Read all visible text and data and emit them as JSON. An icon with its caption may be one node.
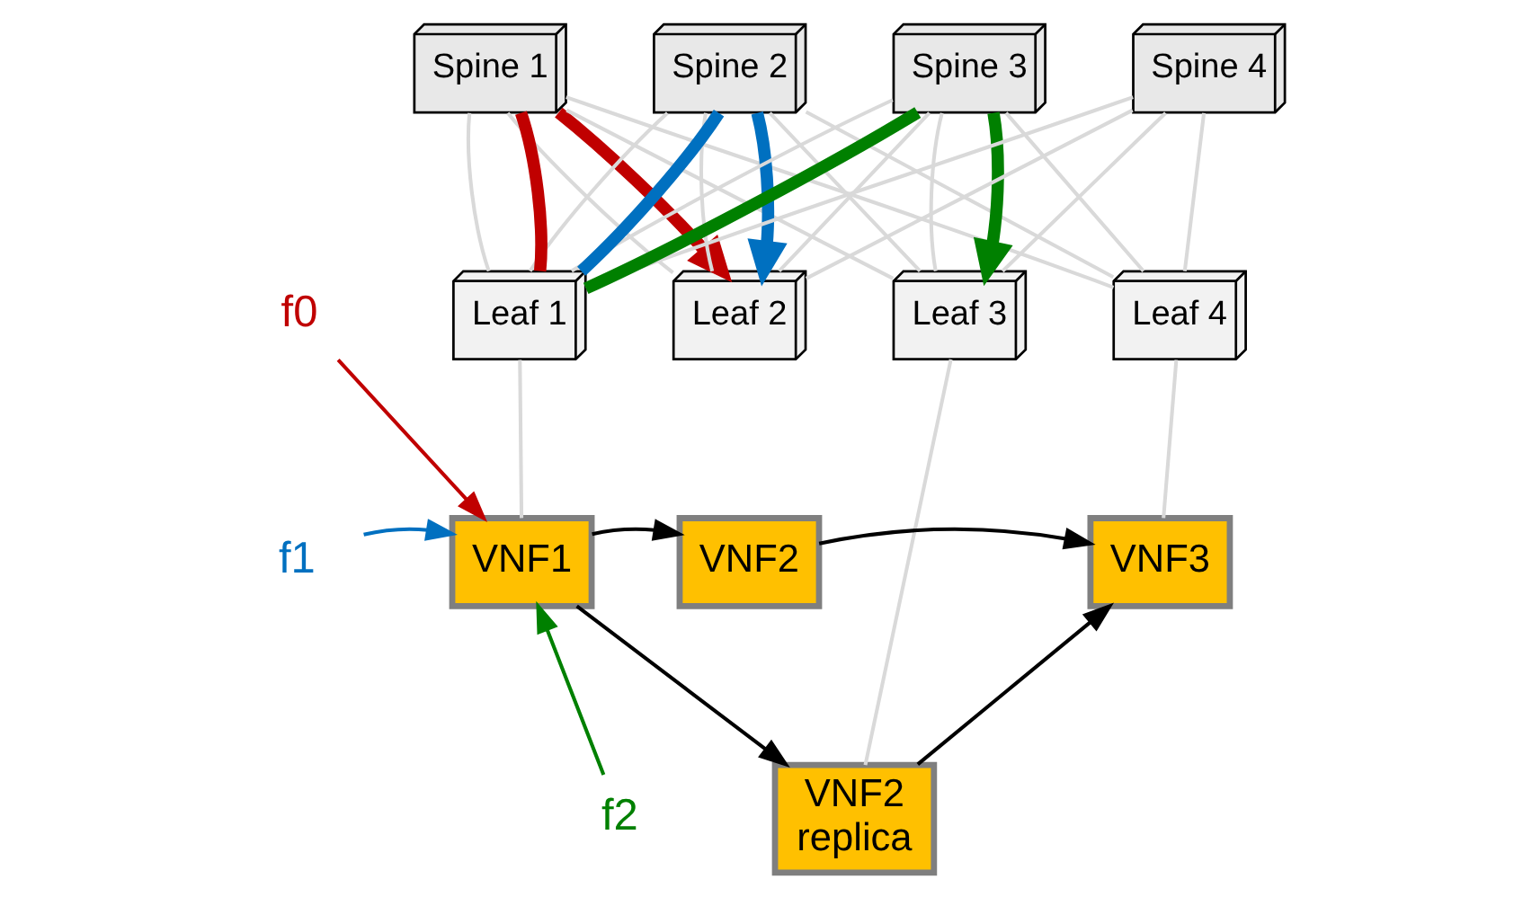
{
  "diagram": {
    "nodes": [
      {
        "text": [
          "Spine 1"
        ]
      },
      {
        "text": [
          "Spine 2"
        ]
      },
      {
        "text": [
          "Spine 3"
        ]
      },
      {
        "text": [
          "Spine 4"
        ]
      },
      {
        "text": [
          "Leaf 1"
        ]
      },
      {
        "text": [
          "Leaf 2"
        ]
      },
      {
        "text": [
          "Leaf 3"
        ]
      },
      {
        "text": [
          "Leaf 4"
        ]
      },
      {
        "text": [
          "VNF1"
        ]
      },
      {
        "text": [
          "VNF2"
        ]
      },
      {
        "text": [
          "VNF2",
          "replica"
        ]
      },
      {
        "text": [
          "VNF3"
        ]
      },
      {
        "text": [
          "f0"
        ]
      },
      {
        "text": [
          "f1"
        ]
      },
      {
        "text": [
          "f2"
        ]
      }
    ],
    "edges": [
      {
        "from": 0,
        "to": 4,
        "arrow": "none"
      },
      {
        "from": 0,
        "to": 5,
        "arrow": "none"
      },
      {
        "from": 0,
        "to": 6,
        "arrow": "none"
      },
      {
        "from": 0,
        "to": 7,
        "arrow": "none"
      },
      {
        "from": 1,
        "to": 4,
        "arrow": "none"
      },
      {
        "from": 1,
        "to": 5,
        "arrow": "none"
      },
      {
        "from": 1,
        "to": 6,
        "arrow": "none"
      },
      {
        "from": 1,
        "to": 7,
        "arrow": "none"
      },
      {
        "from": 2,
        "to": 4,
        "arrow": "none"
      },
      {
        "from": 2,
        "to": 5,
        "arrow": "none"
      },
      {
        "from": 2,
        "to": 6,
        "arrow": "none"
      },
      {
        "from": 2,
        "to": 7,
        "arrow": "none"
      },
      {
        "from": 3,
        "to": 4,
        "arrow": "none"
      },
      {
        "from": 3,
        "to": 5,
        "arrow": "none"
      },
      {
        "from": 3,
        "to": 6,
        "arrow": "none"
      },
      {
        "from": 3,
        "to": 7,
        "arrow": "none"
      },
      {
        "from": 4,
        "to": 0,
        "arrow": "none",
        "style": "thick",
        "color": "#c00000"
      },
      {
        "from": 0,
        "to": 5,
        "arrow": "to",
        "style": "thick",
        "color": "#c00000"
      },
      {
        "from": 4,
        "to": 1,
        "arrow": "none",
        "style": "thick",
        "color": "#0070c0"
      },
      {
        "from": 1,
        "to": 5,
        "arrow": "to",
        "style": "thick",
        "color": "#0070c0"
      },
      {
        "from": 4,
        "to": 2,
        "arrow": "none",
        "style": "thick",
        "color": "#008000"
      },
      {
        "from": 2,
        "to": 6,
        "arrow": "to",
        "style": "thick",
        "color": "#008000"
      },
      {
        "from": 4,
        "to": 8,
        "arrow": "none"
      },
      {
        "from": 6,
        "to": 10,
        "arrow": "none"
      },
      {
        "from": 7,
        "to": 11,
        "arrow": "none"
      },
      {
        "from": 12,
        "to": 8,
        "arrow": "to",
        "color": "#c00000"
      },
      {
        "from": 13,
        "to": 8,
        "arrow": "to",
        "color": "#0070c0"
      },
      {
        "from": 14,
        "to": 8,
        "arrow": "to",
        "color": "#008000"
      },
      {
        "from": 8,
        "to": 9,
        "arrow": "to",
        "color": "#000000"
      },
      {
        "from": 9,
        "to": 11,
        "arrow": "to",
        "color": "#000000"
      },
      {
        "from": 8,
        "to": 10,
        "arrow": "to",
        "color": "#000000"
      },
      {
        "from": 10,
        "to": 11,
        "arrow": "to",
        "color": "#000000"
      }
    ]
  }
}
